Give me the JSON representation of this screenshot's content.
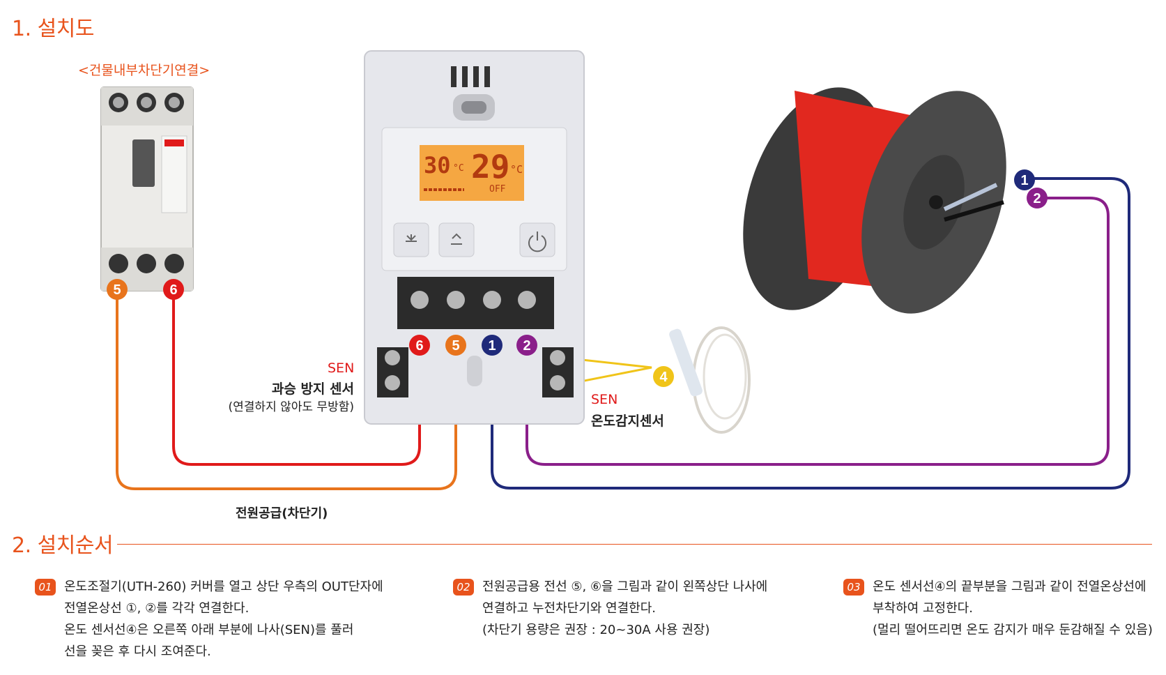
{
  "section1": {
    "title": "1. 설치도"
  },
  "breaker": {
    "label": "<건물내부차단기연결>"
  },
  "sen_overheat": {
    "tag": "SEN",
    "title": "과승 방지 센서",
    "note": "(연결하지 않아도 무방함)"
  },
  "sen_temp": {
    "tag": "SEN",
    "title": "온도감지센서"
  },
  "power_supply": {
    "label": "전원공급(차단기)"
  },
  "display": {
    "set_temp": "30",
    "current_temp": "29",
    "unit": "°C",
    "status": "OFF"
  },
  "terminals": [
    "6",
    "5",
    "1",
    "2"
  ],
  "breaker_terminals": [
    "5",
    "6"
  ],
  "cable_terminals": [
    "1",
    "2"
  ],
  "sensor_terminal": "4",
  "wire_colors": {
    "orange": "#e8741c",
    "red": "#e01a1a",
    "navy": "#1f2a7a",
    "purple": "#8a1f8a",
    "yellow": "#f0c419"
  },
  "section2": {
    "title": "2. 설치순서"
  },
  "steps": [
    {
      "num": "01",
      "lines": [
        "온도조절기(UTH-260) 커버를 열고 상단 우측의 OUT단자에",
        "전열온상선 ①, ②를 각각 연결한다.",
        "온도 센서선④은 오른쪽 아래 부분에 나사(SEN)를 풀러",
        "선을 꽂은 후 다시 조여준다."
      ]
    },
    {
      "num": "02",
      "lines": [
        "전원공급용 전선 ⑤, ⑥을 그림과 같이 왼쪽상단 나사에",
        "연결하고 누전차단기와 연결한다.",
        "(차단기 용량은 권장 : 20~30A 사용 권장)"
      ]
    },
    {
      "num": "03",
      "lines": [
        "온도 센서선④의 끝부분을 그림과 같이 전열온상선에",
        "부착하여 고정한다.",
        "(멀리 떨어뜨리면 온도 감지가 매우 둔감해질 수 있음)"
      ]
    }
  ]
}
